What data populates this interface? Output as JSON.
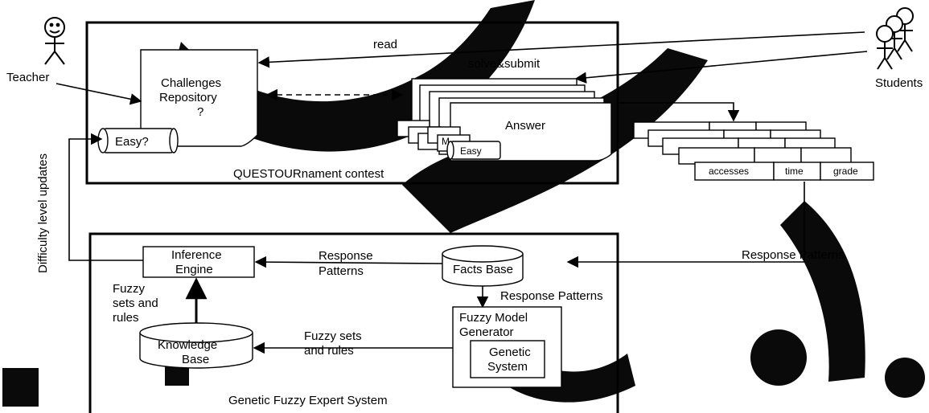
{
  "actors": {
    "teacher": "Teacher",
    "students": "Students"
  },
  "contest": {
    "title": "QUESTOURnament contest",
    "challenges_line1": "Challenges",
    "challenges_line2": "Repository",
    "challenges_line3": "?",
    "easy_question": "Easy?",
    "answer": "Answer",
    "easy": "Easy",
    "partial_label": "M"
  },
  "flows": {
    "read": "read",
    "solve_submit": "solve&submit",
    "difficulty": "Difficulty level updates",
    "response_patterns_right": "Response Patterns",
    "response_patterns_mid": "Response Patterns",
    "response_line1": "Response",
    "response_line2": "Patterns",
    "fuzzy_left_1": "Fuzzy",
    "fuzzy_left_2": "sets and",
    "fuzzy_left_3": "rules",
    "fuzzy_mid_1": "Fuzzy sets",
    "fuzzy_mid_2": "and rules"
  },
  "records": {
    "columns": [
      "accesses",
      "time",
      "grade"
    ]
  },
  "expert": {
    "title": "Genetic Fuzzy Expert System",
    "inference_1": "Inference",
    "inference_2": "Engine",
    "facts": "Facts Base",
    "knowledge_1": "Knowledge",
    "knowledge_2": "Base",
    "fmg_1": "Fuzzy Model",
    "fmg_2": "Generator",
    "genetic_1": "Genetic",
    "genetic_2": "System"
  }
}
